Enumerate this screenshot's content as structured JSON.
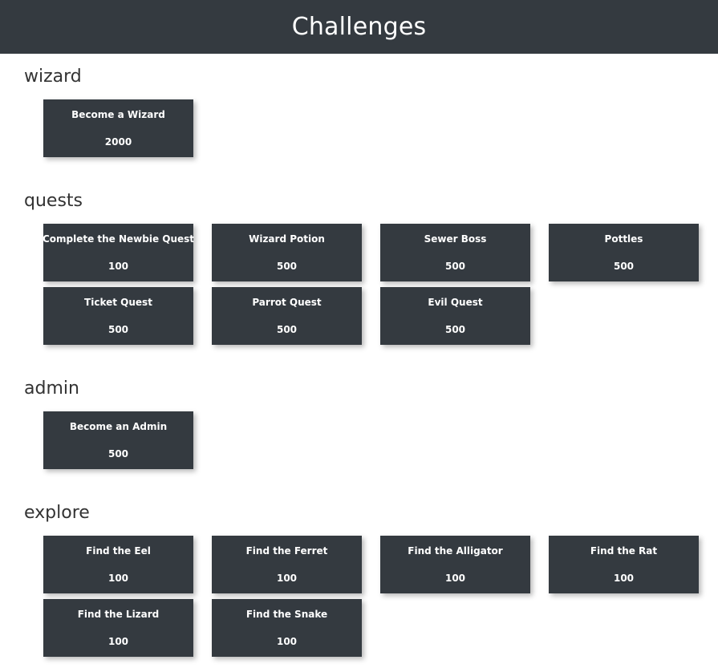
{
  "header": {
    "title": "Challenges",
    "background_color": "#343a40",
    "text_color": "#ffffff"
  },
  "theme": {
    "card_background": "#343a40",
    "card_text": "#ffffff",
    "page_background": "#ffffff",
    "heading_color": "#333333"
  },
  "sections": [
    {
      "name": "wizard",
      "heading": "wizard",
      "cards": [
        {
          "title": "Become a Wizard",
          "points": "2000"
        }
      ]
    },
    {
      "name": "quests",
      "heading": "quests",
      "cards": [
        {
          "title": "Complete the Newbie Quest",
          "points": "100"
        },
        {
          "title": "Wizard Potion",
          "points": "500"
        },
        {
          "title": "Sewer Boss",
          "points": "500"
        },
        {
          "title": "Pottles",
          "points": "500"
        },
        {
          "title": "Ticket Quest",
          "points": "500"
        },
        {
          "title": "Parrot Quest",
          "points": "500"
        },
        {
          "title": "Evil Quest",
          "points": "500"
        }
      ]
    },
    {
      "name": "admin",
      "heading": "admin",
      "cards": [
        {
          "title": "Become an Admin",
          "points": "500"
        }
      ]
    },
    {
      "name": "explore",
      "heading": "explore",
      "cards": [
        {
          "title": "Find the Eel",
          "points": "100"
        },
        {
          "title": "Find the Ferret",
          "points": "100"
        },
        {
          "title": "Find the Alligator",
          "points": "100"
        },
        {
          "title": "Find the Rat",
          "points": "100"
        },
        {
          "title": "Find the Lizard",
          "points": "100"
        },
        {
          "title": "Find the Snake",
          "points": "100"
        }
      ]
    }
  ]
}
